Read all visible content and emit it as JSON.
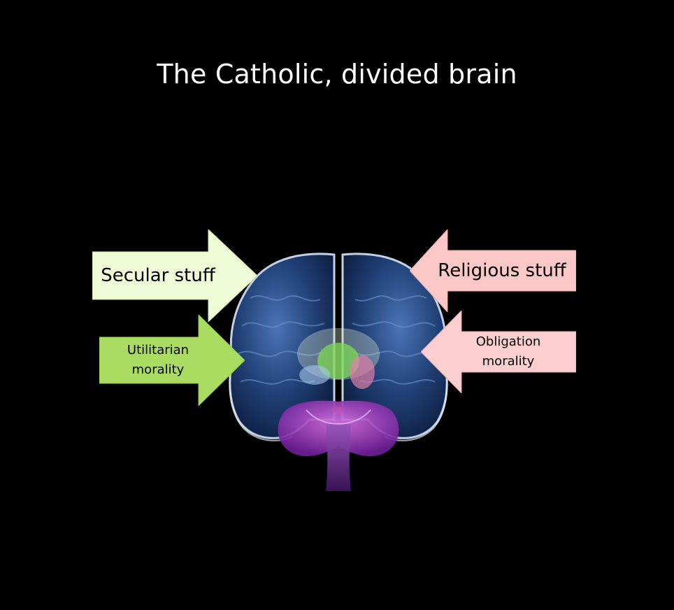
{
  "slide": {
    "title": "The Catholic, divided brain"
  },
  "arrows": {
    "secular": {
      "label": "Secular stuff",
      "fill": "#eefbd6"
    },
    "utilitarian": {
      "label_line1": "Utilitarian",
      "label_line2": "morality",
      "fill": "#a9dc60"
    },
    "religious": {
      "label": "Religious stuff",
      "fill": "#fbc7c7"
    },
    "obligation": {
      "label_line1": "Obligation",
      "label_line2": "morality",
      "fill": "#fbcfcf"
    }
  },
  "colors": {
    "background": "#000000",
    "title": "#ffffff",
    "brain_cortex": "#1e3d73",
    "brain_outline": "#c8d8ee",
    "brainstem": "#7a2fa0"
  },
  "icons": [
    "brain-illustration",
    "arrow-right",
    "arrow-left"
  ]
}
